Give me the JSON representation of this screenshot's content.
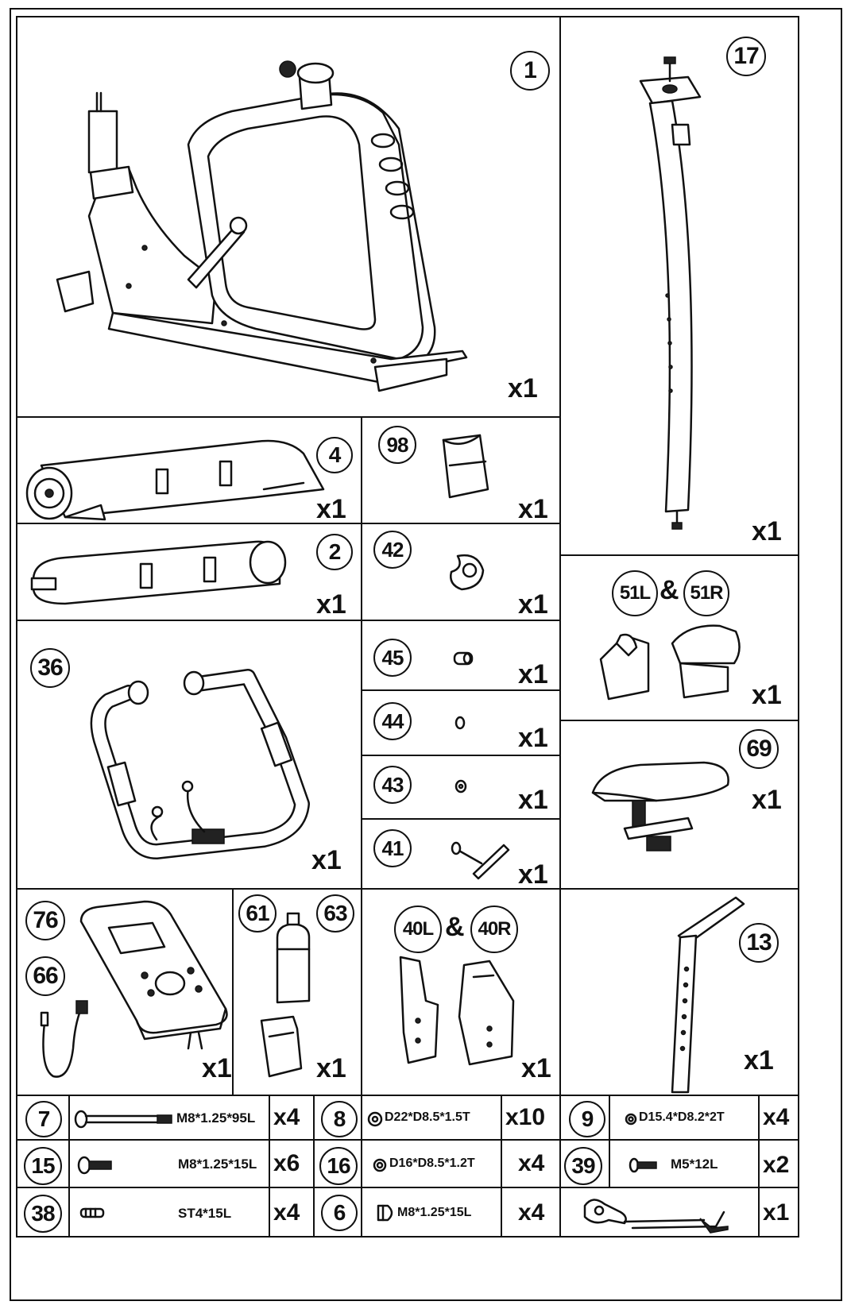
{
  "parts": {
    "p1": {
      "num": "1",
      "qty": "x1"
    },
    "p17": {
      "num": "17",
      "qty": "x1"
    },
    "p4": {
      "num": "4",
      "qty": "x1"
    },
    "p98": {
      "num": "98",
      "qty": "x1"
    },
    "p2": {
      "num": "2",
      "qty": "x1"
    },
    "p42": {
      "num": "42",
      "qty": "x1"
    },
    "p51": {
      "left": "51L",
      "amp": "&",
      "right": "51R",
      "qty": "x1"
    },
    "p36": {
      "num": "36",
      "qty": "x1"
    },
    "p45": {
      "num": "45",
      "qty": "x1"
    },
    "p44": {
      "num": "44",
      "qty": "x1"
    },
    "p43": {
      "num": "43",
      "qty": "x1"
    },
    "p69": {
      "num": "69",
      "qty": "x1"
    },
    "p41": {
      "num": "41",
      "qty": "x1"
    },
    "p76": {
      "num": "76",
      "qty": "x1"
    },
    "p66": {
      "num": "66"
    },
    "p61": {
      "num": "61",
      "num2": "63",
      "qty": "x1"
    },
    "p40": {
      "left": "40L",
      "amp": "&",
      "right": "40R",
      "qty": "x1"
    },
    "p13": {
      "num": "13",
      "qty": "x1"
    }
  },
  "hardware": [
    {
      "num": "7",
      "spec": "M8*1.25*95L",
      "qty": "x4"
    },
    {
      "num": "8",
      "spec": "D22*D8.5*1.5T",
      "qty": "x10"
    },
    {
      "num": "9",
      "spec": "D15.4*D8.2*2T",
      "qty": "x4"
    },
    {
      "num": "15",
      "spec": "M8*1.25*15L",
      "qty": "x6"
    },
    {
      "num": "16",
      "spec": "D16*D8.5*1.2T",
      "qty": "x4"
    },
    {
      "num": "39",
      "spec": "M5*12L",
      "qty": "x2"
    },
    {
      "num": "38",
      "spec": "ST4*15L",
      "qty": "x4"
    },
    {
      "num": "6",
      "spec": "M8*1.25*15L",
      "qty": "x4"
    },
    {
      "num": "",
      "spec": "",
      "qty": "x1"
    }
  ]
}
